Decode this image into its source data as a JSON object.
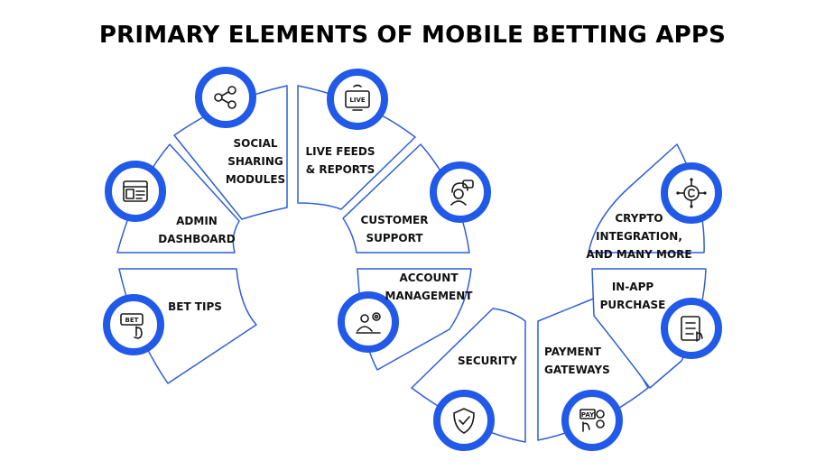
{
  "title": "PRIMARY ELEMENTS OF MOBILE BETTING APPS",
  "colors": {
    "ring": "#2159e8",
    "outline": "#2f5fd6",
    "text": "#111111"
  },
  "items": [
    {
      "id": "social",
      "lines": [
        "SOCIAL",
        "SHARING",
        "MODULES"
      ],
      "icon": "share-network-icon"
    },
    {
      "id": "admin",
      "lines": [
        "ADMIN",
        "DASHBOARD"
      ],
      "icon": "dashboard-icon"
    },
    {
      "id": "bettips",
      "lines": [
        "BET TIPS"
      ],
      "icon": "bet-tap-icon",
      "icon_text": "BET"
    },
    {
      "id": "live",
      "lines": [
        "LIVE FEEDS",
        "& REPORTS"
      ],
      "icon": "live-tv-icon",
      "icon_text": "LIVE"
    },
    {
      "id": "support",
      "lines": [
        "CUSTOMER",
        "SUPPORT"
      ],
      "icon": "customer-support-icon"
    },
    {
      "id": "account",
      "lines": [
        "ACCOUNT",
        "MANAGEMENT"
      ],
      "icon": "account-management-icon"
    },
    {
      "id": "security",
      "lines": [
        "SECURITY"
      ],
      "icon": "shield-check-icon"
    },
    {
      "id": "payment",
      "lines": [
        "PAYMENT",
        "GATEWAYS"
      ],
      "icon": "payment-icon",
      "icon_text": "PAY"
    },
    {
      "id": "inapp",
      "lines": [
        "IN-APP",
        "PURCHASE"
      ],
      "icon": "checklist-tap-icon"
    },
    {
      "id": "crypto",
      "lines": [
        "CRYPTO",
        "INTEGRATION,",
        "AND MANY MORE"
      ],
      "icon": "crypto-coin-icon"
    }
  ]
}
